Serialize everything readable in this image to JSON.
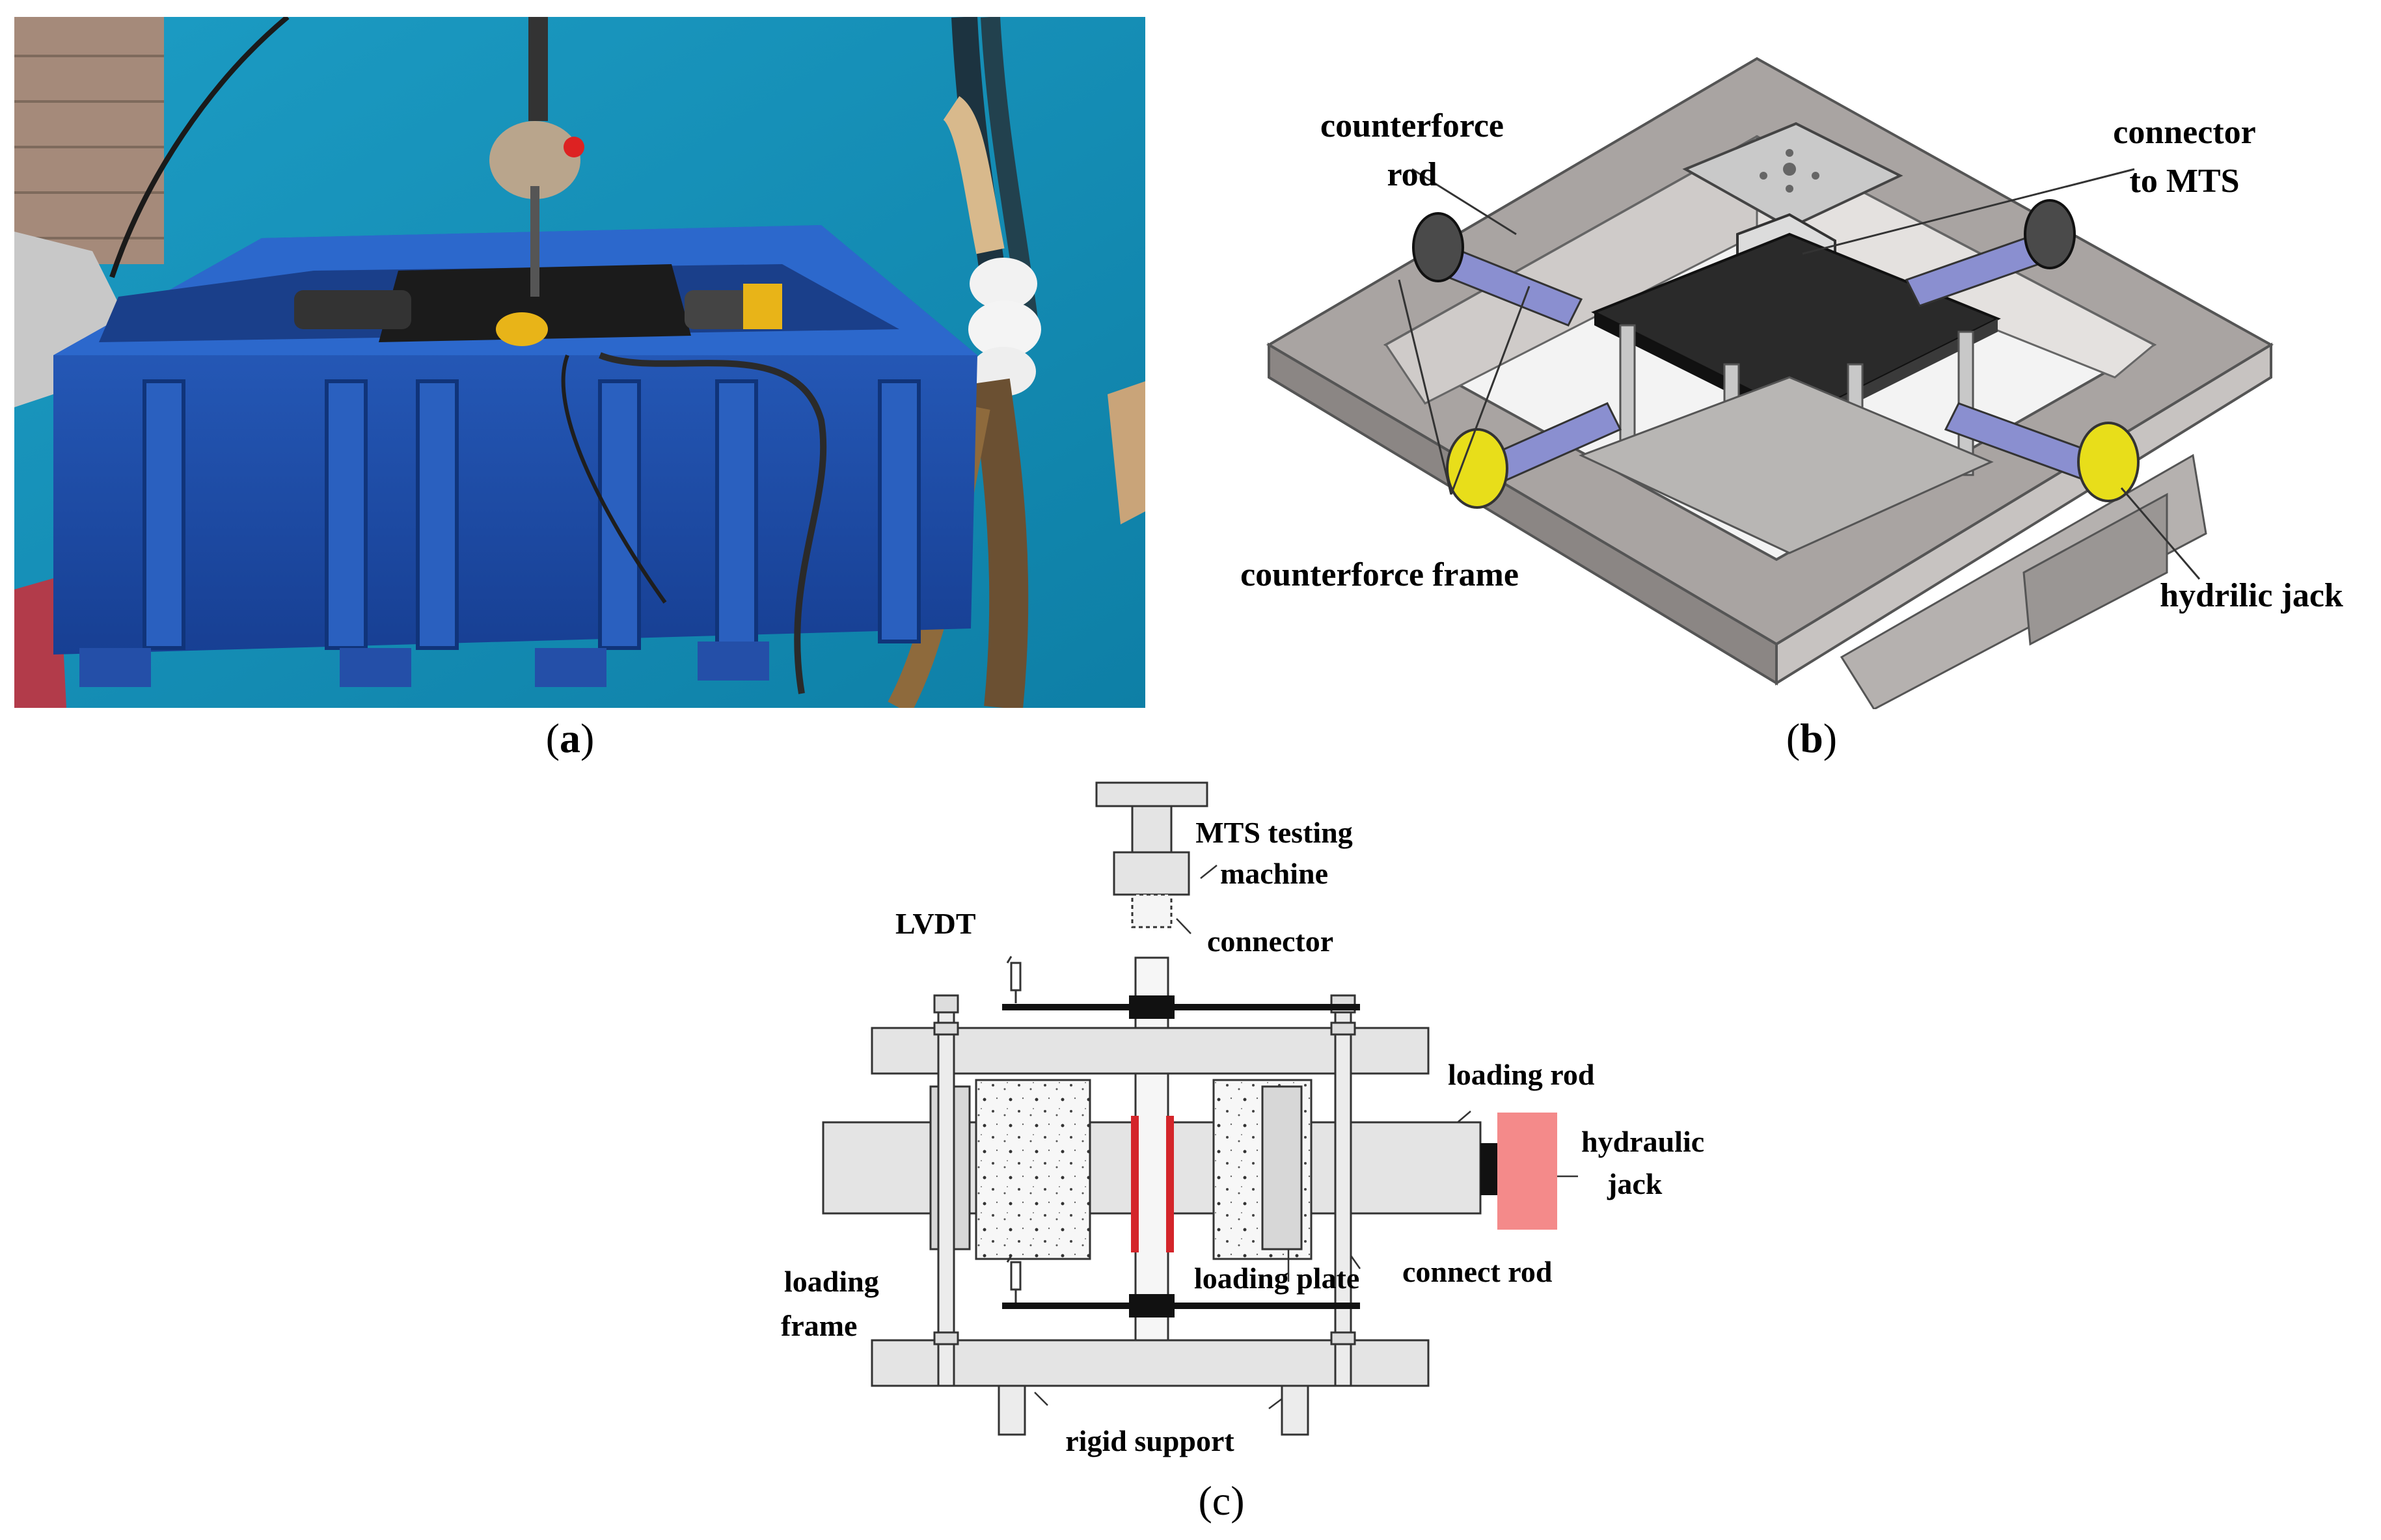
{
  "figure": {
    "panel_a": {
      "caption_open": "(",
      "caption_letter": "a",
      "caption_close": ")"
    },
    "panel_b": {
      "caption_open": "(",
      "caption_letter": "b",
      "caption_close": ")",
      "labels": {
        "counterforce_rod_1": "counterforce",
        "counterforce_rod_2": "rod",
        "connector_mts_1": "connector",
        "connector_mts_2": "to MTS",
        "counterforce_frame": "counterforce frame",
        "hydrilic_jack": "hydrilic jack"
      }
    },
    "panel_c": {
      "caption": "(c)",
      "labels": {
        "mts_1": "MTS testing",
        "mts_2": "machine",
        "connector": "connector",
        "lvdt": "LVDT",
        "loading_rod": "loading rod",
        "hydraulic_1": "hydraulic",
        "hydraulic_2": "jack",
        "loading_frame_1": "loading",
        "loading_frame_2": "frame",
        "loading_plate": "loading plate",
        "connect_rod": "connect rod",
        "rigid_support": "rigid support"
      }
    }
  }
}
